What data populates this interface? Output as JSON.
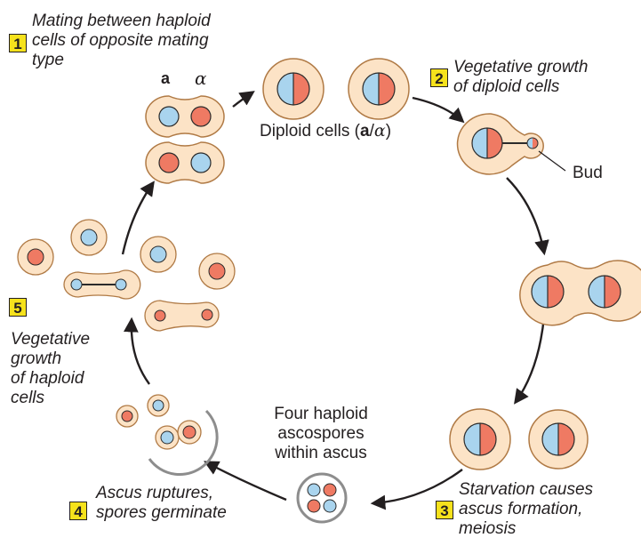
{
  "colors": {
    "cell_fill": "#fce3c6",
    "cell_stroke": "#b07a45",
    "nucleus_a": "#a9d4ee",
    "nucleus_alpha": "#ef7a63",
    "nucleus_stroke": "#2b2b2b",
    "arrow": "#231f20",
    "ascus_wall": "#8d8d8d",
    "badge": "#f6e21c"
  },
  "steps": [
    {
      "number": "1",
      "lines": [
        "Mating between haploid",
        "cells of opposite mating",
        "type"
      ]
    },
    {
      "number": "2",
      "lines": [
        "Vegetative growth",
        "of diploid cells"
      ]
    },
    {
      "number": "3",
      "lines": [
        "Starvation causes",
        "ascus formation,",
        "meiosis"
      ]
    },
    {
      "number": "4",
      "lines": [
        "Ascus ruptures,",
        "spores germinate"
      ]
    },
    {
      "number": "5",
      "lines": [
        "Vegetative",
        "growth",
        "of haploid",
        "cells"
      ]
    }
  ],
  "labels": {
    "mating_a": "a",
    "mating_alpha": "α",
    "diploid_prefix": "Diploid cells (",
    "diploid_a": "a",
    "diploid_sep": "/",
    "diploid_alpha": "α",
    "diploid_suffix": ")",
    "bud": "Bud",
    "ascospores": [
      "Four haploid",
      "ascospores",
      "within ascus"
    ]
  }
}
